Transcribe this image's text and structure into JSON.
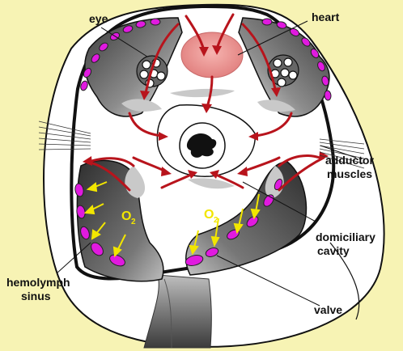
{
  "labels": {
    "eye": "eye",
    "heart": "heart",
    "adductor_line1": "adductor",
    "adductor_line2": "muscles",
    "domiciliary_line1": "domiciliary",
    "domiciliary_line2": "cavity",
    "hemolymph_line1": "hemolymph",
    "hemolymph_line2": "sinus",
    "valve": "valve"
  },
  "o2": {
    "symbol": "O",
    "subscript": "2"
  },
  "colors": {
    "background": "#f7f3b4",
    "heart": "#e9898a",
    "flow_arrows": "#b8141c",
    "oxygen_arrows": "#f2e600",
    "magenta_sinus": "#e01adf",
    "muscle_gray": "#c8c8c8",
    "outline": "#111111"
  }
}
